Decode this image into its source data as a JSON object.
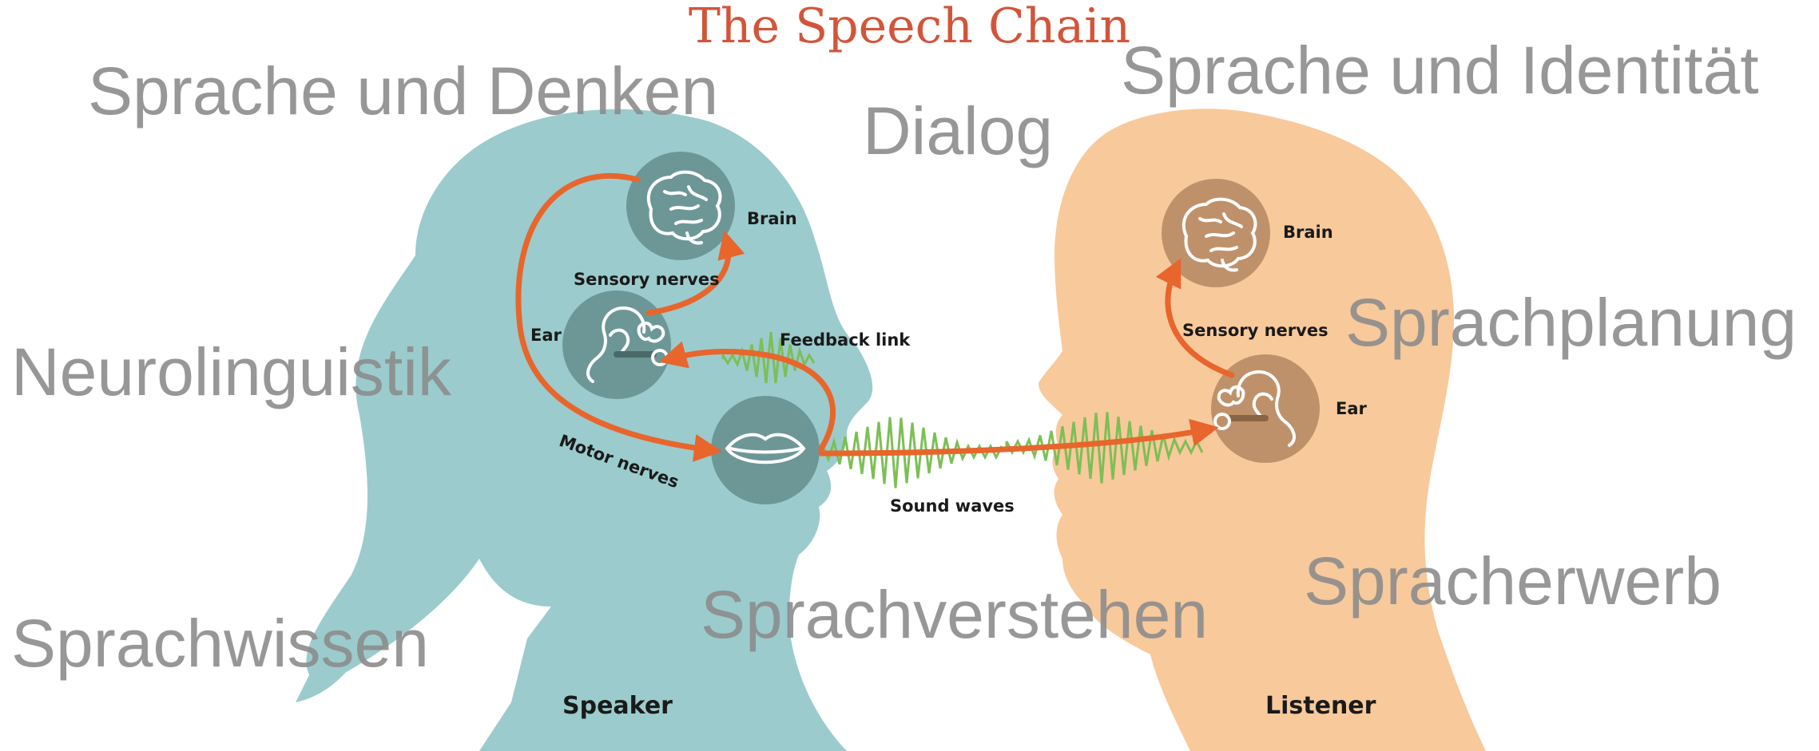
{
  "title": "The Speech Chain",
  "speaker": {
    "brain": "Brain",
    "sensory_nerves": "Sensory nerves",
    "ear": "Ear",
    "feedback_link": "Feedback link",
    "motor_nerves": "Motor nerves",
    "label": "Speaker"
  },
  "listener": {
    "brain": "Brain",
    "sensory_nerves": "Sensory nerves",
    "ear": "Ear",
    "label": "Listener"
  },
  "sound_waves": "Sound waves",
  "topics": [
    "Sprache und Denken",
    "Sprache und Identität",
    "Dialog",
    "Sprachplanung",
    "Neurolinguistik",
    "Spracherwerb",
    "Sprachverstehen",
    "Sprachwissen"
  ],
  "colors": {
    "speaker_head": "#9bcbcd",
    "listener_head": "#f8c99b",
    "speaker_disc": "#6d9797",
    "listener_disc": "#bf916b",
    "arrow": "#e8652c",
    "wave": "#7cbf55",
    "title": "#d2553a",
    "topic_text": "#8c8c8c"
  }
}
